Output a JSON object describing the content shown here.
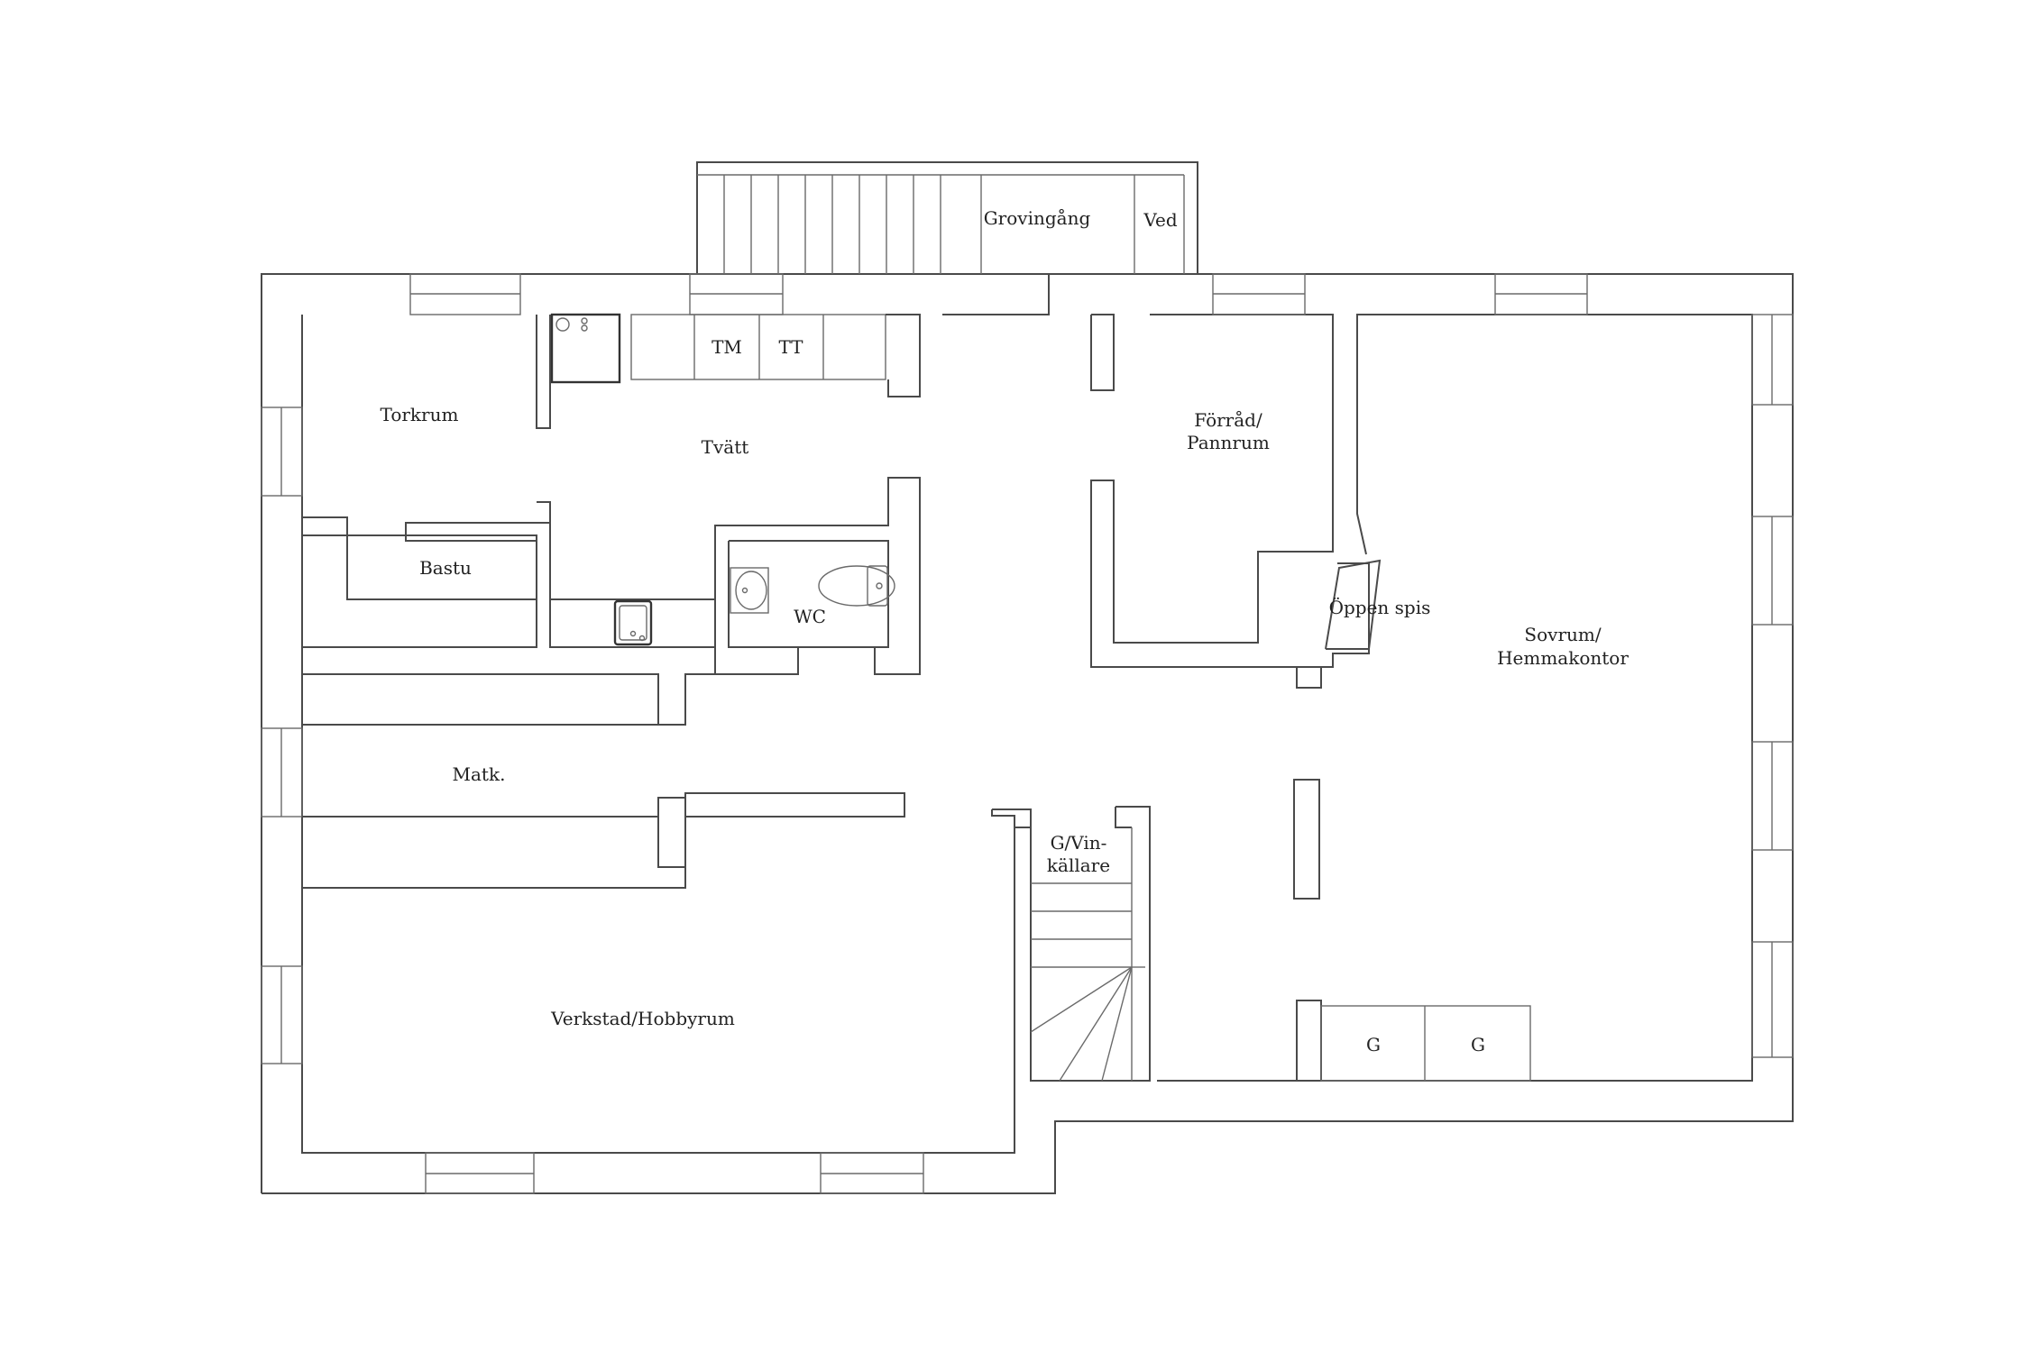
{
  "rooms": {
    "grovingang": "Grovingång",
    "ved": "Ved",
    "tm": "TM",
    "tt": "TT",
    "torkrum": "Torkrum",
    "tvatt": "Tvätt",
    "forrad_1": "Förråd/",
    "forrad_2": "Pannrum",
    "bastu": "Bastu",
    "wc": "WC",
    "oppen_spis": "Öppen spis",
    "sovrum_1": "Sovrum/",
    "sovrum_2": "Hemmakontor",
    "matk": "Matk.",
    "vinkallare_1": "G/Vin-",
    "vinkallare_2": "källare",
    "verkstad": "Verkstad/Hobbyrum",
    "g1": "G",
    "g2": "G"
  },
  "colors": {
    "wall": "#4a4a4a",
    "background": "#ffffff",
    "text": "#222222"
  }
}
